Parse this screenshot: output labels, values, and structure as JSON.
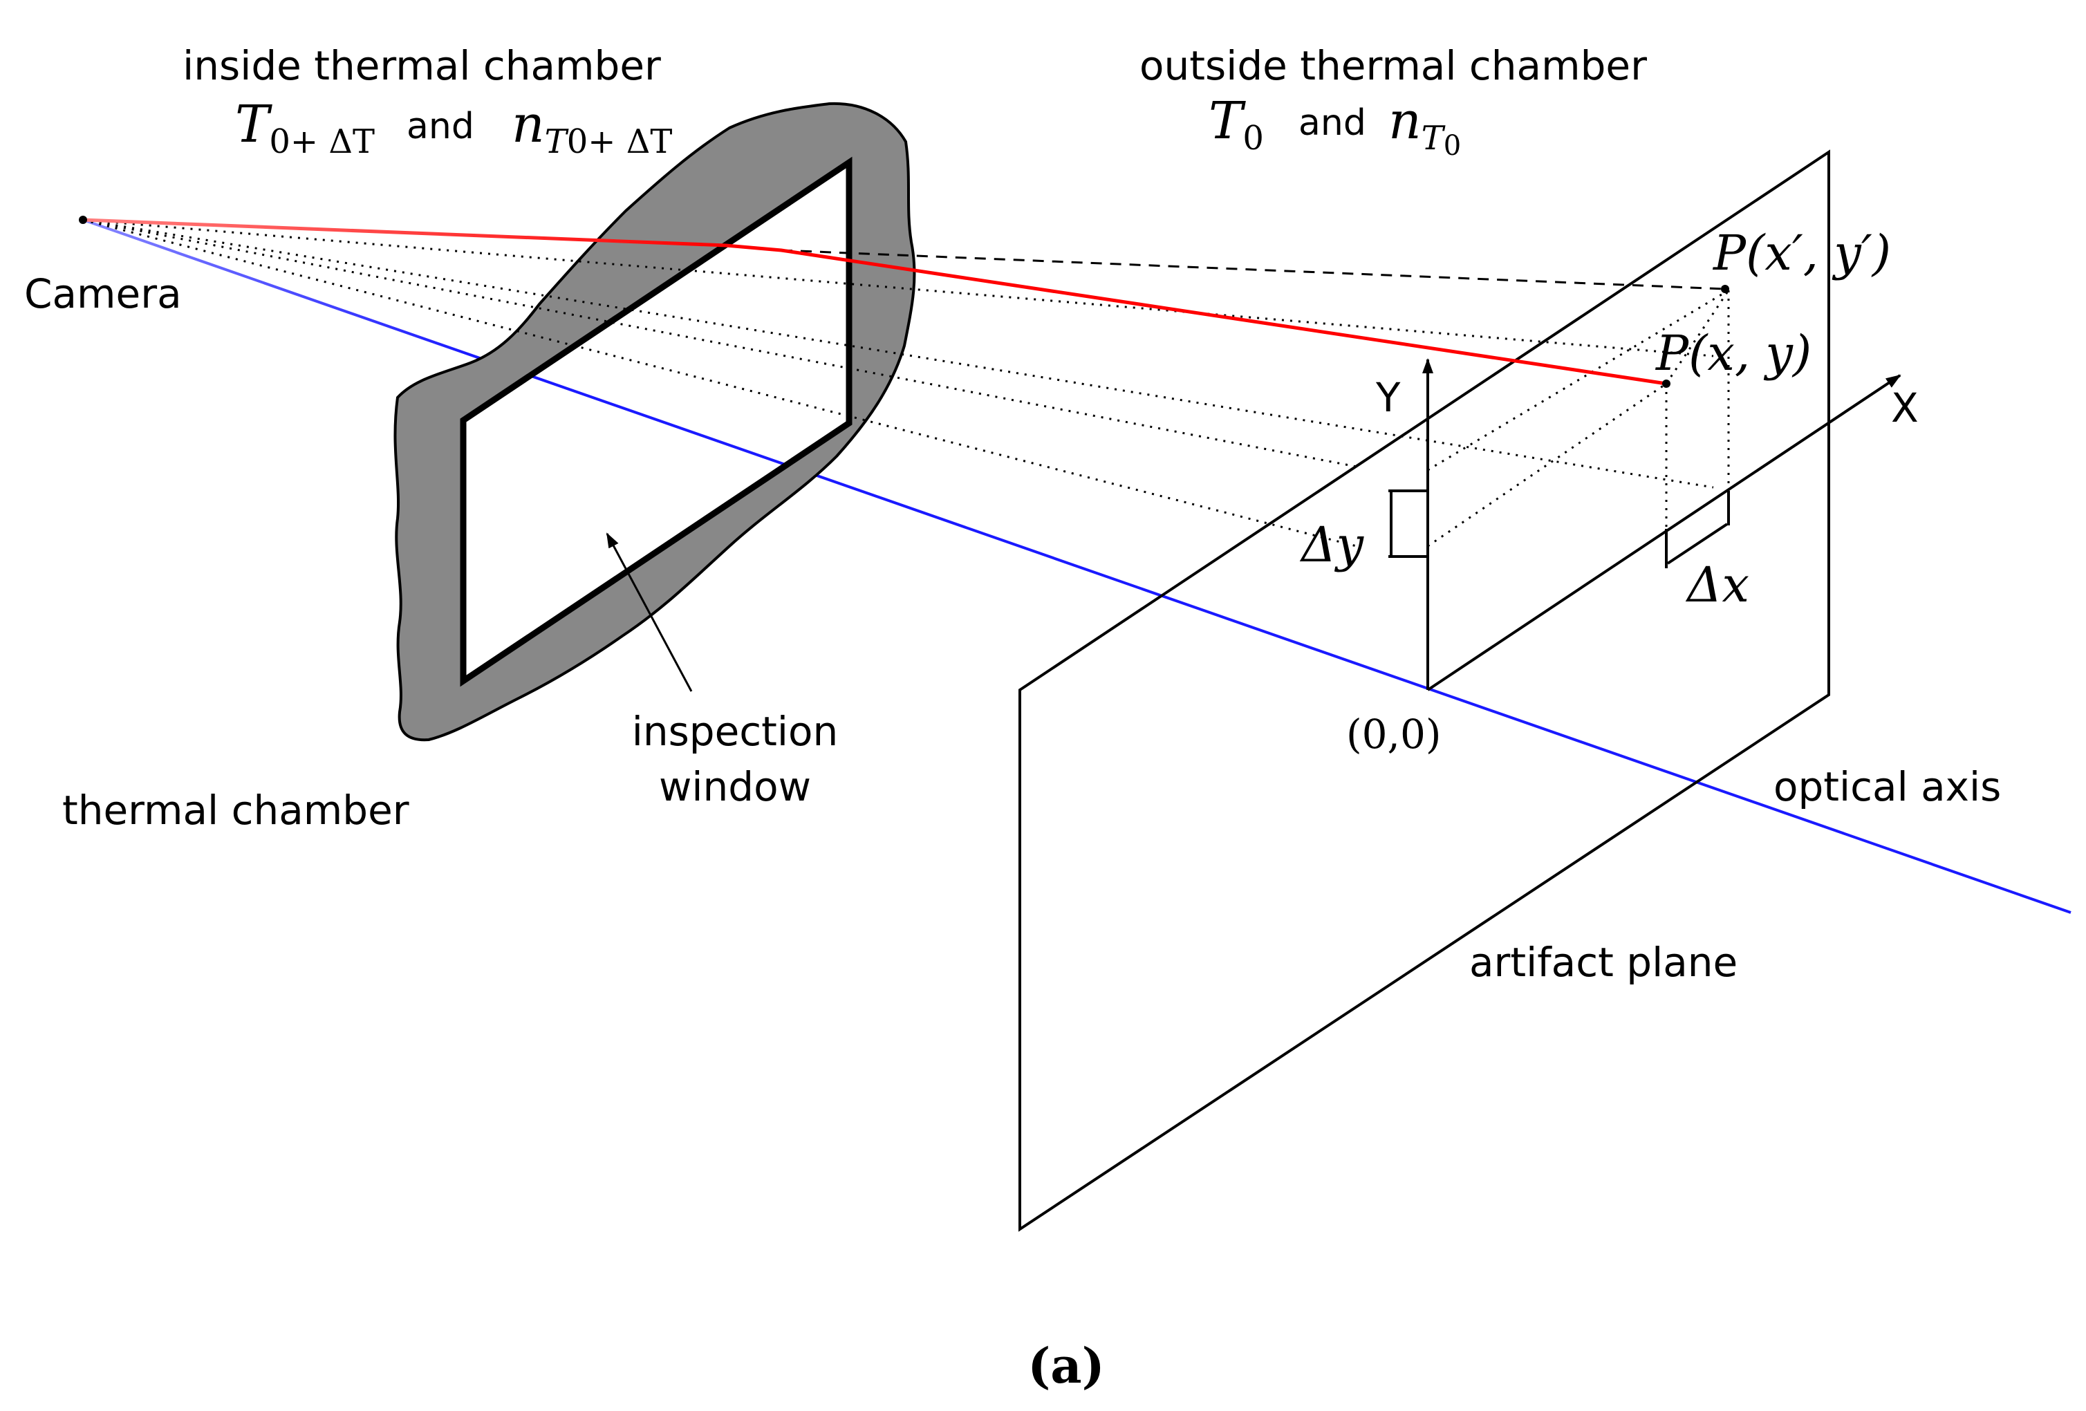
{
  "labels": {
    "inside_header": "inside thermal chamber",
    "outside_header": "outside thermal chamber",
    "and": "and",
    "camera": "Camera",
    "thermal_chamber": "thermal chamber",
    "inspection_window_line1": "inspection",
    "inspection_window_line2": "window",
    "optical_axis": "optical axis",
    "artifact_plane": "artifact plane",
    "axis_x": "X",
    "axis_y": "Y",
    "origin": "(0,0)",
    "panel_label": "(a)"
  },
  "math": {
    "T_inside_base": "T",
    "T_inside_sub": "0+ ΔT",
    "n_inside_base": "n",
    "n_inside_sub_T": "T",
    "n_inside_sub_rest": "0+ ΔT",
    "T_outside_base": "T",
    "T_outside_sub": "0",
    "n_outside_base": "n",
    "n_outside_sub_T": "T",
    "n_outside_sub_rest": "0",
    "P_shifted": "P(x′, y′)",
    "P_true": "P(x, y)",
    "delta_y": "Δy",
    "delta_x": "Δx"
  },
  "colors": {
    "optical_axis": "#1a1aff",
    "optical_axis_faded": "#8888ff",
    "refracted_ray": "#ff0000",
    "refracted_ray_faded": "#ff8080",
    "chamber_wall": "#888888",
    "line": "#000000"
  }
}
